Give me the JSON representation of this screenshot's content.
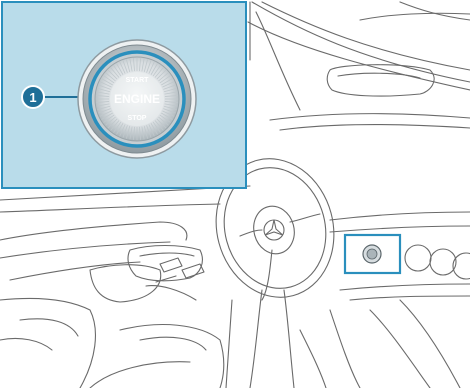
{
  "figure": {
    "callout_number": "1",
    "button": {
      "line1": "START",
      "line2": "ENGINE",
      "line3": "STOP"
    }
  },
  "colors": {
    "inset_background": "#b9dcea",
    "highlight_blue": "#2a8fbd",
    "callout_fill": "#1f6f98",
    "line_art": "#6a6a6a",
    "button_ring": "#8e9aa0"
  },
  "icons": {
    "callout": "number-callout-icon",
    "button": "start-stop-button-icon",
    "emblem": "star-emblem-icon"
  }
}
